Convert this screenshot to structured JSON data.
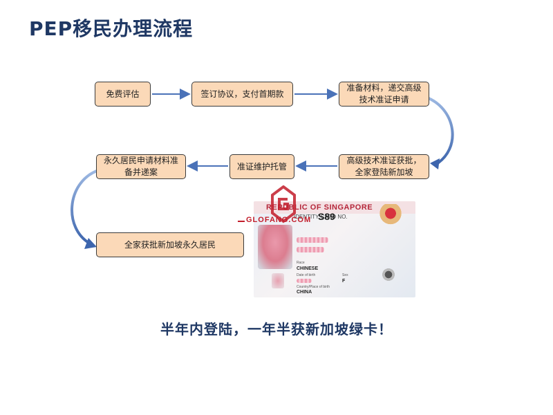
{
  "title": "PEP移民办理流程",
  "steps": [
    "免费评估",
    "签订协议，支付首期款",
    "准备材料，递交高级技术准证申请",
    "高级技术准证获批，全家登陆新加坡",
    "准证维护托管",
    "永久居民申请材料准备并递案",
    "全家获批新加坡永久居民"
  ],
  "card": {
    "header": "REPUBLIC OF SINGAPORE",
    "id_label": "IDENTITY CARD NO.",
    "id_number": "S89",
    "race_label": "Race",
    "race": "CHINESE",
    "dob_label": "Date of birth",
    "sex_label": "Sex",
    "sex": "F",
    "country_label": "Country/Place of birth",
    "country": "CHINA"
  },
  "watermark": "GLOFANG.COM",
  "tagline": "半年内登陆，一年半获新加坡绿卡！",
  "colors": {
    "title": "#1f3864",
    "step_fill": "#fbd9b8",
    "arrow": "#4a72b8"
  }
}
